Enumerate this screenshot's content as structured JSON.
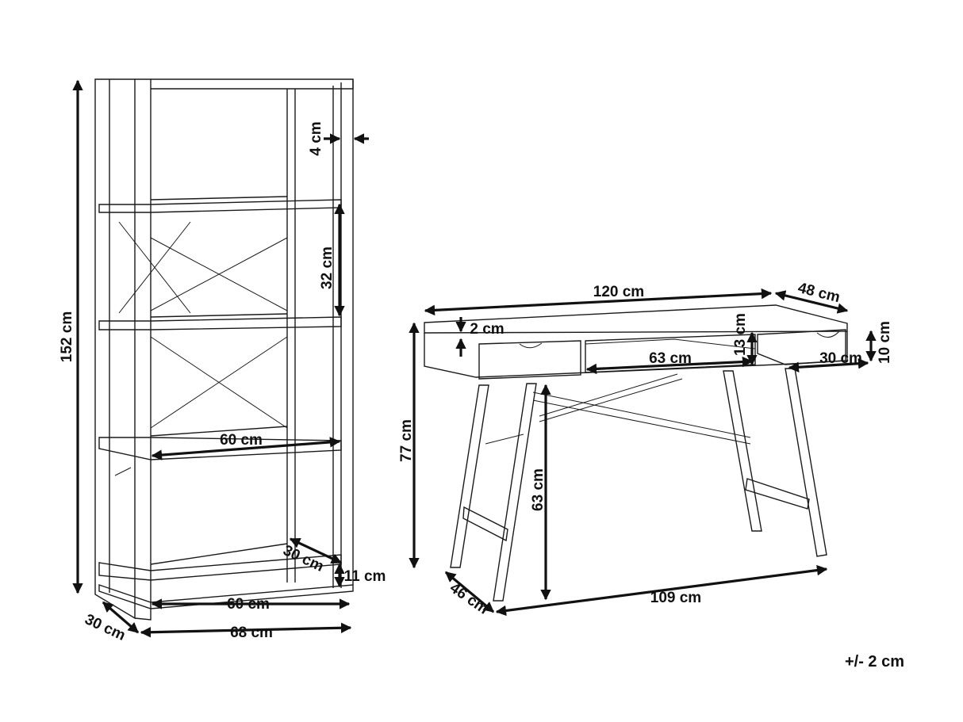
{
  "shelf": {
    "height": "152 cm",
    "upright_gap": "4 cm",
    "shelf_gap": "32 cm",
    "shelf_width": "60 cm",
    "bottom_shelf_depth": "30 cm",
    "bottom_clearance": "11 cm",
    "inner_width": "60 cm",
    "depth": "30 cm",
    "overall_width": "68 cm"
  },
  "desk": {
    "top_width": "120 cm",
    "depth": "48 cm",
    "top_thickness": "2 cm",
    "drawer_height": "13 cm",
    "drawer_front_height": "10 cm",
    "open_compartment_width": "63 cm",
    "drawer_width": "30 cm",
    "height": "77 cm",
    "leg_clearance": "63 cm",
    "leg_depth": "46 cm",
    "leg_span": "109 cm"
  },
  "tolerance": "+/- 2 cm"
}
